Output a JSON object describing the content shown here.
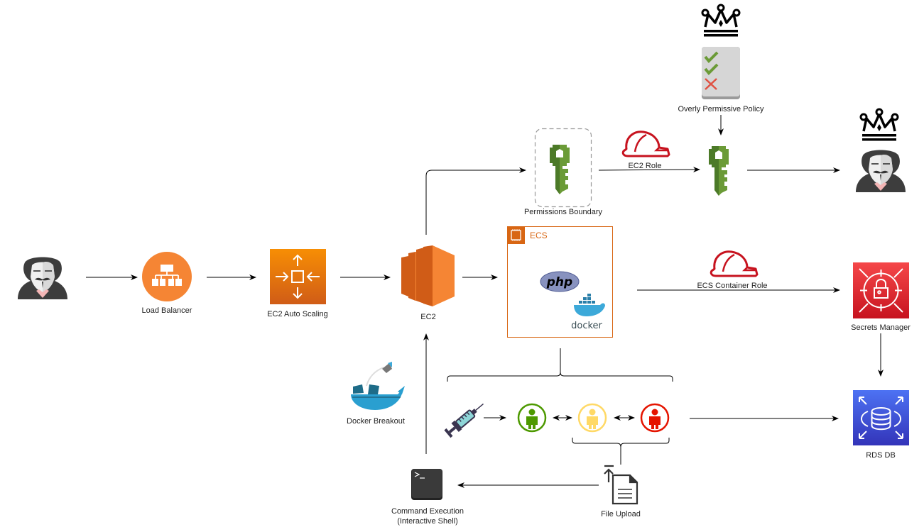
{
  "diagram": {
    "nodes": {
      "attacker": {
        "label": "",
        "icon": "hacker-icon"
      },
      "load_balancer": {
        "label": "Load Balancer",
        "icon": "load-balancer-icon",
        "color": "#F58534"
      },
      "auto_scaling": {
        "label": "EC2 Auto Scaling",
        "icon": "auto-scaling-icon",
        "color": "#E8700F"
      },
      "ec2": {
        "label": "EC2",
        "icon": "ec2-icon",
        "color": "#F58534"
      },
      "ecs": {
        "label": "ECS",
        "icon": "ecs-container-icon",
        "color": "#D86613",
        "contents": [
          {
            "label": "php",
            "icon": "php-logo-icon"
          },
          {
            "label": "docker",
            "icon": "docker-logo-icon"
          }
        ]
      },
      "permissions_boundary": {
        "label": "Permissions Boundary",
        "icon": "iam-key-icon",
        "color": "#6B9B37"
      },
      "ec2_role": {
        "label": "EC2 Role",
        "icon": "role-helmet-icon",
        "color": "#C7131F"
      },
      "policy": {
        "label": "Overly Permissive Policy",
        "icon": "policy-checklist-icon"
      },
      "elevated_key": {
        "label": "",
        "icon": "iam-key-icon",
        "color": "#6B9B37"
      },
      "admin_attacker": {
        "label": "",
        "icon": "crowned-hacker-icon"
      },
      "ecs_container_role": {
        "label": "ECS Container Role",
        "icon": "role-helmet-icon",
        "color": "#C7131F"
      },
      "secrets_manager": {
        "label": "Secrets Manager",
        "icon": "secrets-manager-icon",
        "color": "#DD344C"
      },
      "rds": {
        "label": "RDS DB",
        "icon": "rds-icon",
        "color": "#3B48CC"
      },
      "injection": {
        "label": "",
        "icon": "syringe-icon"
      },
      "user_low": {
        "label": "",
        "icon": "user-green-icon",
        "color": "#4D9900"
      },
      "user_mid": {
        "label": "",
        "icon": "user-yellow-icon",
        "color": "#FFD966"
      },
      "user_high": {
        "label": "",
        "icon": "user-red-icon",
        "color": "#E51400"
      },
      "docker_breakout": {
        "label": "Docker Breakout",
        "icon": "docker-breakout-icon"
      },
      "command_execution": {
        "label": "Command Execution",
        "sublabel": "(Interactive Shell)",
        "icon": "terminal-icon"
      },
      "file_upload": {
        "label": "File Upload",
        "icon": "file-upload-icon"
      }
    },
    "edges": [
      {
        "from": "attacker",
        "to": "load_balancer"
      },
      {
        "from": "load_balancer",
        "to": "auto_scaling"
      },
      {
        "from": "auto_scaling",
        "to": "ec2"
      },
      {
        "from": "ec2",
        "to": "ecs"
      },
      {
        "from": "ec2",
        "to": "permissions_boundary"
      },
      {
        "from": "permissions_boundary",
        "to": "elevated_key",
        "label": "EC2 Role"
      },
      {
        "from": "policy",
        "to": "elevated_key"
      },
      {
        "from": "elevated_key",
        "to": "admin_attacker"
      },
      {
        "from": "ecs",
        "to": "secrets_manager",
        "label": "ECS Container Role"
      },
      {
        "from": "secrets_manager",
        "to": "rds"
      },
      {
        "from": "injection",
        "to": "user_low"
      },
      {
        "from": "user_low",
        "to": "user_mid",
        "bidirectional": true
      },
      {
        "from": "user_mid",
        "to": "user_high",
        "bidirectional": true
      },
      {
        "from": "user_high",
        "to": "rds"
      },
      {
        "from": "file_upload",
        "to": "command_execution"
      },
      {
        "from": "command_execution",
        "to": "ec2",
        "label": "Docker Breakout"
      }
    ]
  }
}
